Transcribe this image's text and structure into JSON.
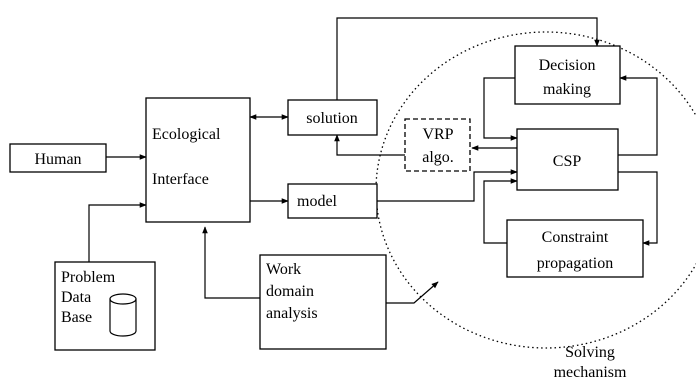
{
  "nodes": {
    "human": "Human",
    "ecological_interface": [
      "Ecological",
      "Interface"
    ],
    "solution": "solution",
    "model": "model",
    "vrp_algo": [
      "VRP",
      "algo."
    ],
    "csp": "CSP",
    "decision_making": [
      "Decision",
      "making"
    ],
    "constraint_propagation": [
      "Constraint",
      "propagation"
    ],
    "problem_database": [
      "Problem",
      "Data",
      "Base"
    ],
    "work_domain_analysis": [
      "Work",
      "domain",
      "analysis"
    ]
  },
  "region_label": [
    "Solving",
    "mechanism"
  ]
}
